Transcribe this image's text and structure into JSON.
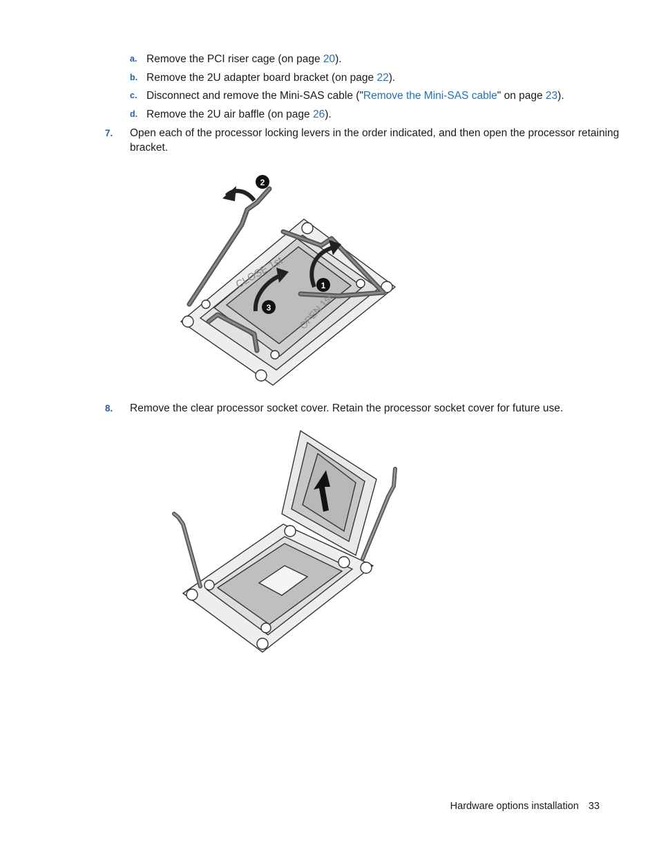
{
  "substeps": [
    {
      "marker": "a.",
      "pre": "Remove the PCI riser cage (on page ",
      "link": "20",
      "post": ")."
    },
    {
      "marker": "b.",
      "pre": "Remove the 2U adapter board bracket (on page ",
      "link": "22",
      "post": ")."
    },
    {
      "marker": "c.",
      "pre": "Disconnect and remove the Mini-SAS cable (\"",
      "link": "Remove the Mini-SAS cable",
      "mid": "\" on page ",
      "link2": "23",
      "post": ")."
    },
    {
      "marker": "d.",
      "pre": "Remove the 2U air baffle (on page ",
      "link": "26",
      "post": ")."
    }
  ],
  "step7": {
    "marker": "7.",
    "line1": "Open each of the processor locking levers in the order indicated, and then open the processor retaining",
    "line2": "bracket."
  },
  "figure1": {
    "callouts": [
      "1",
      "2",
      "3"
    ],
    "engraving_close": "CLOSE 1st",
    "engraving_open": "OPEN 1st"
  },
  "step8": {
    "marker": "8.",
    "text": "Remove the clear processor socket cover. Retain the processor socket cover for future use."
  },
  "footer": {
    "section": "Hardware options installation",
    "page": "33"
  },
  "colors": {
    "link": "#1a6fd4",
    "marker": "#1f5fbf"
  }
}
